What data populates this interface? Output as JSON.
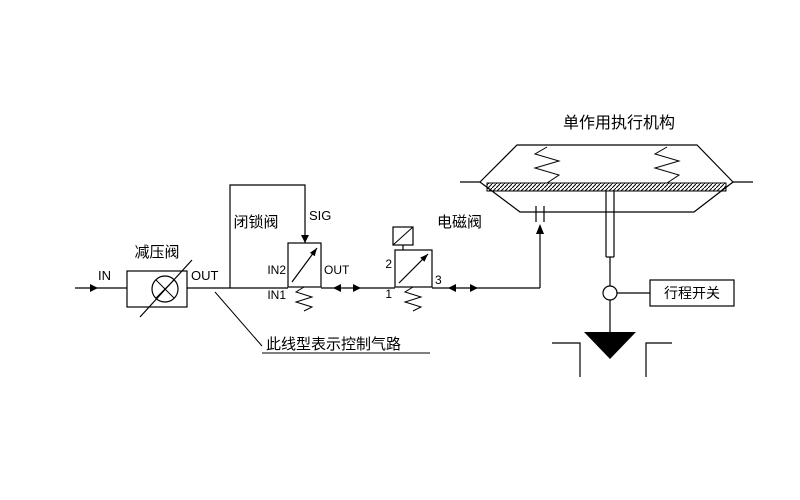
{
  "colors": {
    "background": "#ffffff",
    "line": "#000000"
  },
  "labels": {
    "input_port": "IN",
    "regulator": "减压阀",
    "regulator_out": "OUT",
    "lockup_valve": "闭锁阀",
    "sig_port": "SIG",
    "in2_port": "IN2",
    "out_port": "OUT",
    "in1_port": "IN1",
    "solenoid_valve": "电磁阀",
    "port_2": "2",
    "port_1": "1",
    "port_3": "3",
    "actuator": "单作用执行机构",
    "limit_switch": "行程开关",
    "annotation": "此线型表示控制气路"
  }
}
